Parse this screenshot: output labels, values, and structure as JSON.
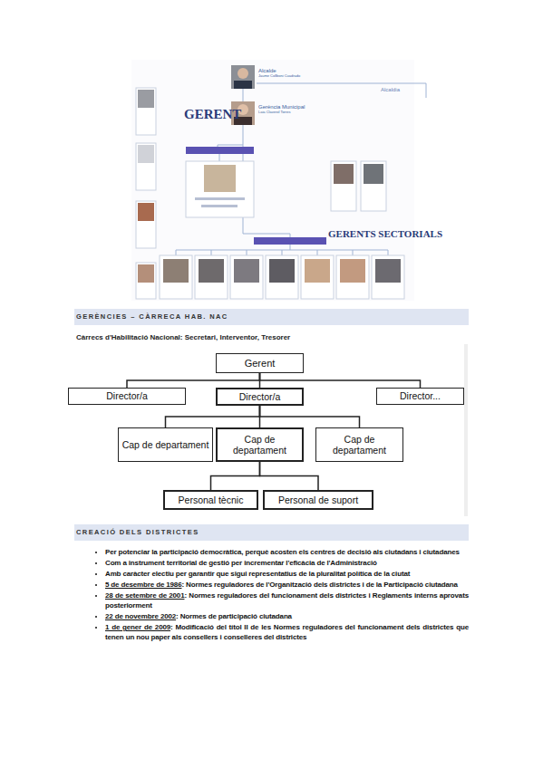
{
  "diagram": {
    "nodes": [
      {
        "text": [
          "Alcalde",
          "Jaume Collboni Cuadrado"
        ]
      },
      {
        "text": [
          "Gerència Municipal",
          "Laia Claverol Torres"
        ]
      },
      {
        "text": [
          "Gerent"
        ]
      },
      {
        "text": [
          "Director/a"
        ]
      },
      {
        "text": [
          "Director/a"
        ]
      },
      {
        "text": [
          "Director..."
        ]
      },
      {
        "text": [
          "Cap de departament"
        ]
      },
      {
        "text": [
          "Cap de departament"
        ]
      },
      {
        "text": [
          "Cap de departament"
        ]
      },
      {
        "text": [
          "Personal tècnic"
        ]
      },
      {
        "text": [
          "Personal de suport"
        ]
      }
    ],
    "edges": [
      {
        "from": 0,
        "to": 1,
        "arrow": "none"
      },
      {
        "from": 2,
        "to": 3,
        "arrow": "none"
      },
      {
        "from": 2,
        "to": 4,
        "arrow": "none"
      },
      {
        "from": 2,
        "to": 5,
        "arrow": "none"
      },
      {
        "from": 4,
        "to": 6,
        "arrow": "none"
      },
      {
        "from": 4,
        "to": 7,
        "arrow": "none"
      },
      {
        "from": 4,
        "to": 8,
        "arrow": "none"
      },
      {
        "from": 7,
        "to": 9,
        "arrow": "none"
      },
      {
        "from": 7,
        "to": 10,
        "arrow": "none"
      }
    ],
    "labels": [
      "GERENT",
      "Alcaldia",
      "GERENTS SECTORIALS",
      "GERÈNCIES – CÀRRECA HAB. NAC",
      "Càrrecs d'Habilitació Nacional: Secretari, Interventor, Tresorer",
      "CREACIÓ DELS DISTRICTES",
      "Per potenciar la participació democràtica, perquè acosten els centres de decisió als ciutadans i ciutadanes",
      "Com a instrument territorial de gestió per incrementar l'eficàcia de l'Administració",
      "Amb caràcter electiu per garantir que sigui representatius de la pluralitat política de la ciutat",
      "5 de desembre de 1986",
      ": Normes reguladores de l'Organització dels districtes i de la Participació ciutadana",
      "28 de setembre de 2001",
      ": Normes reguladores del funcionament dels districtes i Reglaments interns aprovats posteriorment",
      "22 de novembre 2002",
      ": Normes de participació ciutadana",
      "1 de gener de 2009",
      ": Modificació del títol II de les Normes reguladores del funcionament dels districtes que tenen un nou paper als consellers i conselleres del districtes"
    ]
  }
}
